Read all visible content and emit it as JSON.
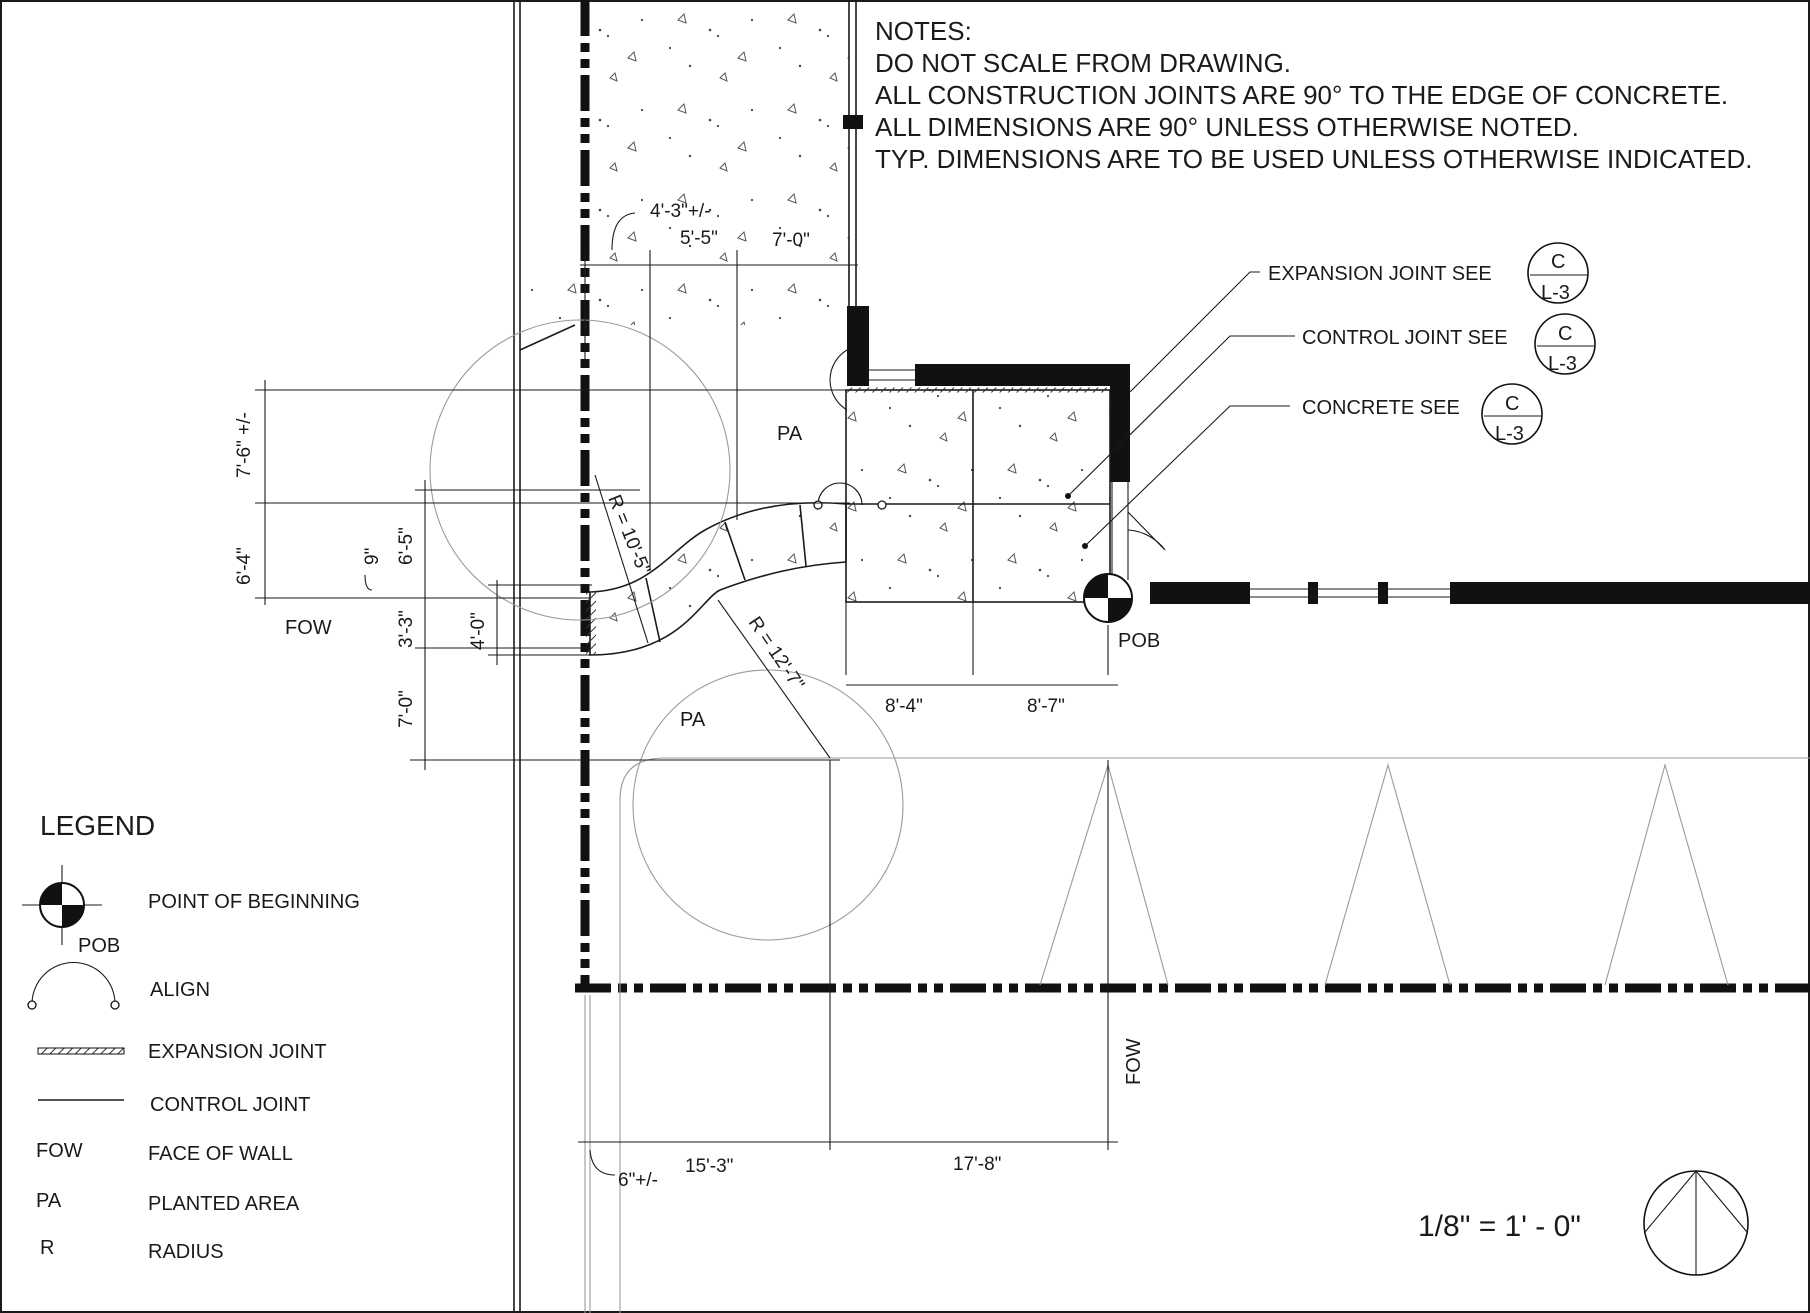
{
  "notes": {
    "title": "NOTES:",
    "lines": [
      "DO NOT SCALE FROM DRAWING.",
      "ALL CONSTRUCTION JOINTS ARE 90° TO THE EDGE OF CONCRETE.",
      "ALL DIMENSIONS ARE 90° UNLESS OTHERWISE NOTED.",
      "TYP. DIMENSIONS ARE TO BE USED UNLESS OTHERWISE INDICATED."
    ]
  },
  "callouts": [
    {
      "text": "EXPANSION JOINT SEE",
      "detail": "C",
      "sheet": "L-3"
    },
    {
      "text": "CONTROL JOINT SEE",
      "detail": "C",
      "sheet": "L-3"
    },
    {
      "text": "CONCRETE SEE",
      "detail": "C",
      "sheet": "L-3"
    }
  ],
  "dimensions": {
    "top_approx": "4'-3\"+/-",
    "top_a": "5'-5\"",
    "top_b": "7'-0\"",
    "left_a": "7'-6\" +/-",
    "left_b": "6'-4\"",
    "left_c": "6'-5\"",
    "left_d": "9\"",
    "left_e": "3'-3\"",
    "left_f": "4'-0\"",
    "left_g": "7'-0\"",
    "mid_a": "8'-4\"",
    "mid_b": "8'-7\"",
    "bottom_approx": "6\"+/-",
    "bottom_a": "15'-3\"",
    "bottom_b": "17'-8\"",
    "radius_a": "R = 10'-5\"",
    "radius_b": "R = 12'-7\""
  },
  "labels": {
    "pa_upper": "PA",
    "pa_lower": "PA",
    "fow_left": "FOW",
    "fow_bottom": "FOW",
    "pob": "POB"
  },
  "legend": {
    "title": "LEGEND",
    "items": [
      {
        "symbol": "pob-icon",
        "symbol_text": "POB",
        "label": "POINT OF BEGINNING"
      },
      {
        "symbol": "align-icon",
        "label": "ALIGN"
      },
      {
        "symbol": "expansion-joint-icon",
        "label": "EXPANSION JOINT"
      },
      {
        "symbol": "control-joint-icon",
        "label": "CONTROL JOINT"
      },
      {
        "abbr": "FOW",
        "label": "FACE OF WALL"
      },
      {
        "abbr": "PA",
        "label": "PLANTED AREA"
      },
      {
        "abbr": "R",
        "label": "RADIUS"
      }
    ]
  },
  "scale": "1/8\" = 1' - 0\""
}
